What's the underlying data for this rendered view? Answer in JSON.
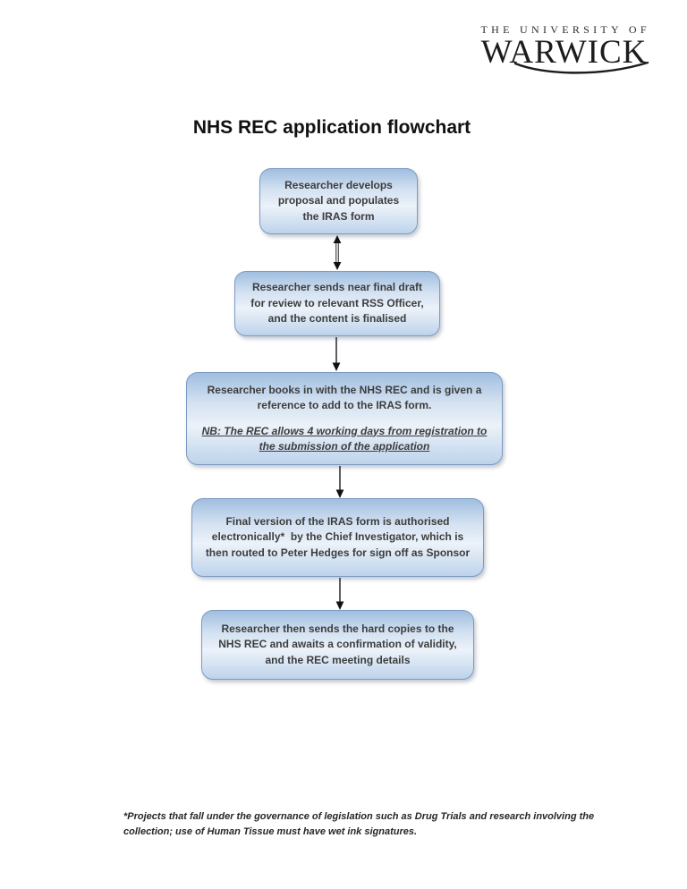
{
  "logo": {
    "line1": "THE UNIVERSITY OF",
    "line2": "WARWICK"
  },
  "title": "NHS REC application flowchart",
  "flowchart": {
    "boxes": [
      {
        "id": "step-1",
        "text": "Researcher develops\nproposal and populates\nthe IRAS form"
      },
      {
        "id": "step-2",
        "text": "Researcher sends near final draft\nfor review to relevant RSS Officer,\nand the content is finalised"
      },
      {
        "id": "step-3",
        "text": "Researcher books in with the NHS REC and is given a\nreference to add to the IRAS form.",
        "note": "NB: The REC allows 4 working days from registration to\nthe submission of the application"
      },
      {
        "id": "step-4",
        "text": "Final version of the IRAS form is authorised\nelectronically*  by the Chief Investigator, which is\nthen routed to Peter Hedges for sign off as Sponsor"
      },
      {
        "id": "step-5",
        "text": "Researcher then sends the hard copies to the\nNHS REC and awaits a confirmation of validity,\nand the REC meeting details"
      }
    ],
    "connectors": [
      {
        "from": "step-1",
        "to": "step-2",
        "style": "double-headed"
      },
      {
        "from": "step-2",
        "to": "step-3",
        "style": "arrow-down"
      },
      {
        "from": "step-3",
        "to": "step-4",
        "style": "arrow-down"
      },
      {
        "from": "step-4",
        "to": "step-5",
        "style": "arrow-down"
      }
    ]
  },
  "footnote": "*Projects that fall under the governance of legislation such as Drug Trials and research involving the\ncollection; use of Human Tissue must have wet ink signatures.",
  "colors": {
    "box_border": "#7b9ac3",
    "box_gradient_top": "#a0bedf",
    "box_gradient_middle": "#ecf2f9",
    "box_gradient_bottom": "#bdd3eb",
    "box_text": "#3d3d3d",
    "arrow": "#1a1a1a",
    "title_text": "#111111"
  }
}
